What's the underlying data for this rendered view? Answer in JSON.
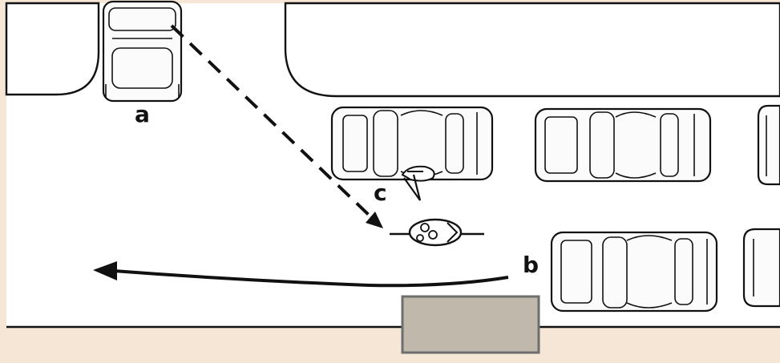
{
  "labels": {
    "a": "a",
    "b": "b",
    "c": "c"
  },
  "colors": {
    "background": "#f5e6d6",
    "road": "#ffffff",
    "ink": "#111111",
    "box_fill": "#bfb8ab",
    "box_stroke": "#6e6e6e"
  }
}
